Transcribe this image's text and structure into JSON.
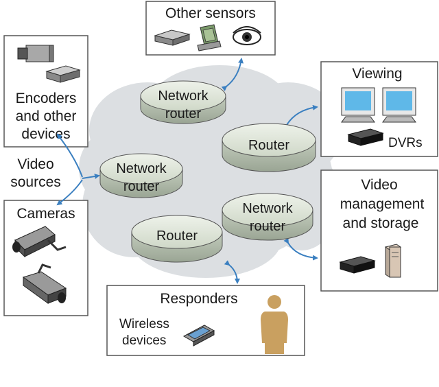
{
  "nodes": {
    "other_sensors": {
      "title": "Other sensors"
    },
    "encoders": {
      "title_lines": [
        "Encoders",
        "and other",
        "devices"
      ]
    },
    "video_sources": {
      "label_lines": [
        "Video",
        "sources"
      ]
    },
    "cameras": {
      "title": "Cameras"
    },
    "viewing": {
      "title": "Viewing",
      "dvrs_label": "DVRs"
    },
    "video_management": {
      "title_lines": [
        "Video",
        "management",
        "and storage"
      ]
    },
    "responders": {
      "title": "Responders",
      "wireless_lines": [
        "Wireless",
        "devices"
      ]
    }
  },
  "routers": [
    {
      "id": "network-router-top",
      "lines": [
        "Network",
        "router"
      ]
    },
    {
      "id": "router-right",
      "lines": [
        "Router"
      ]
    },
    {
      "id": "network-router-left",
      "lines": [
        "Network",
        "router"
      ]
    },
    {
      "id": "network-router-bottom-right",
      "lines": [
        "Network",
        "router"
      ]
    },
    {
      "id": "router-bottom-left",
      "lines": [
        "Router"
      ]
    }
  ],
  "colors": {
    "cloud": "#dcdfe2",
    "router_top": "#dfe6da",
    "router_side": "#b8c2b2",
    "arrow": "#3a7fc0",
    "box_border": "#555555",
    "person": "#c9a060",
    "monitor_screen": "#5fb8e8"
  }
}
